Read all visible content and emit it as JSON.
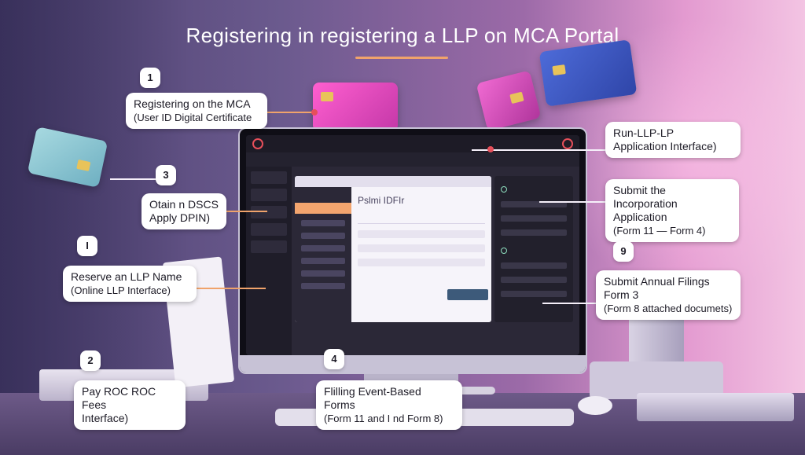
{
  "title": "Registering in registering a LLP on MCA Portal",
  "steps": [
    {
      "badge": "1",
      "text_line1": "Registering on the MCA",
      "text_line2": "(User ID Digital Certificate"
    },
    {
      "badge": "3",
      "text_line1": "Otain n DSCS",
      "text_line2": "Apply DPIN)"
    },
    {
      "badge": "I",
      "text_line1": "Reserve an LLP Name",
      "text_line2": "(Online LLP Interface)"
    },
    {
      "badge": "2",
      "text_line1": "Pay ROC ROC Fees",
      "text_line2": "Interface)"
    },
    {
      "badge": "4",
      "text_line1": "Flilling Event-Based Forms",
      "text_line2": "(Form 11 and I nd Form 8)"
    },
    {
      "badge": "",
      "text_line1": "Run-LLP-LP",
      "text_line2": "Application Interface)"
    },
    {
      "badge": "",
      "text_line1": "Submit the Incorporation",
      "text_line2": "Application",
      "text_line3": "(Form 11 — Form 4)"
    },
    {
      "badge": "9",
      "text_line1": "Submit Annual Filings",
      "text_line2": "Form 3",
      "text_line3": "(Form 8 attached documets)"
    }
  ],
  "screen": {
    "panel_title": "Pslmi IDFIr"
  },
  "colors": {
    "accent": "#f0a36b",
    "badge_red": "#e64f5a",
    "panel_button": "#3d5a7a"
  }
}
